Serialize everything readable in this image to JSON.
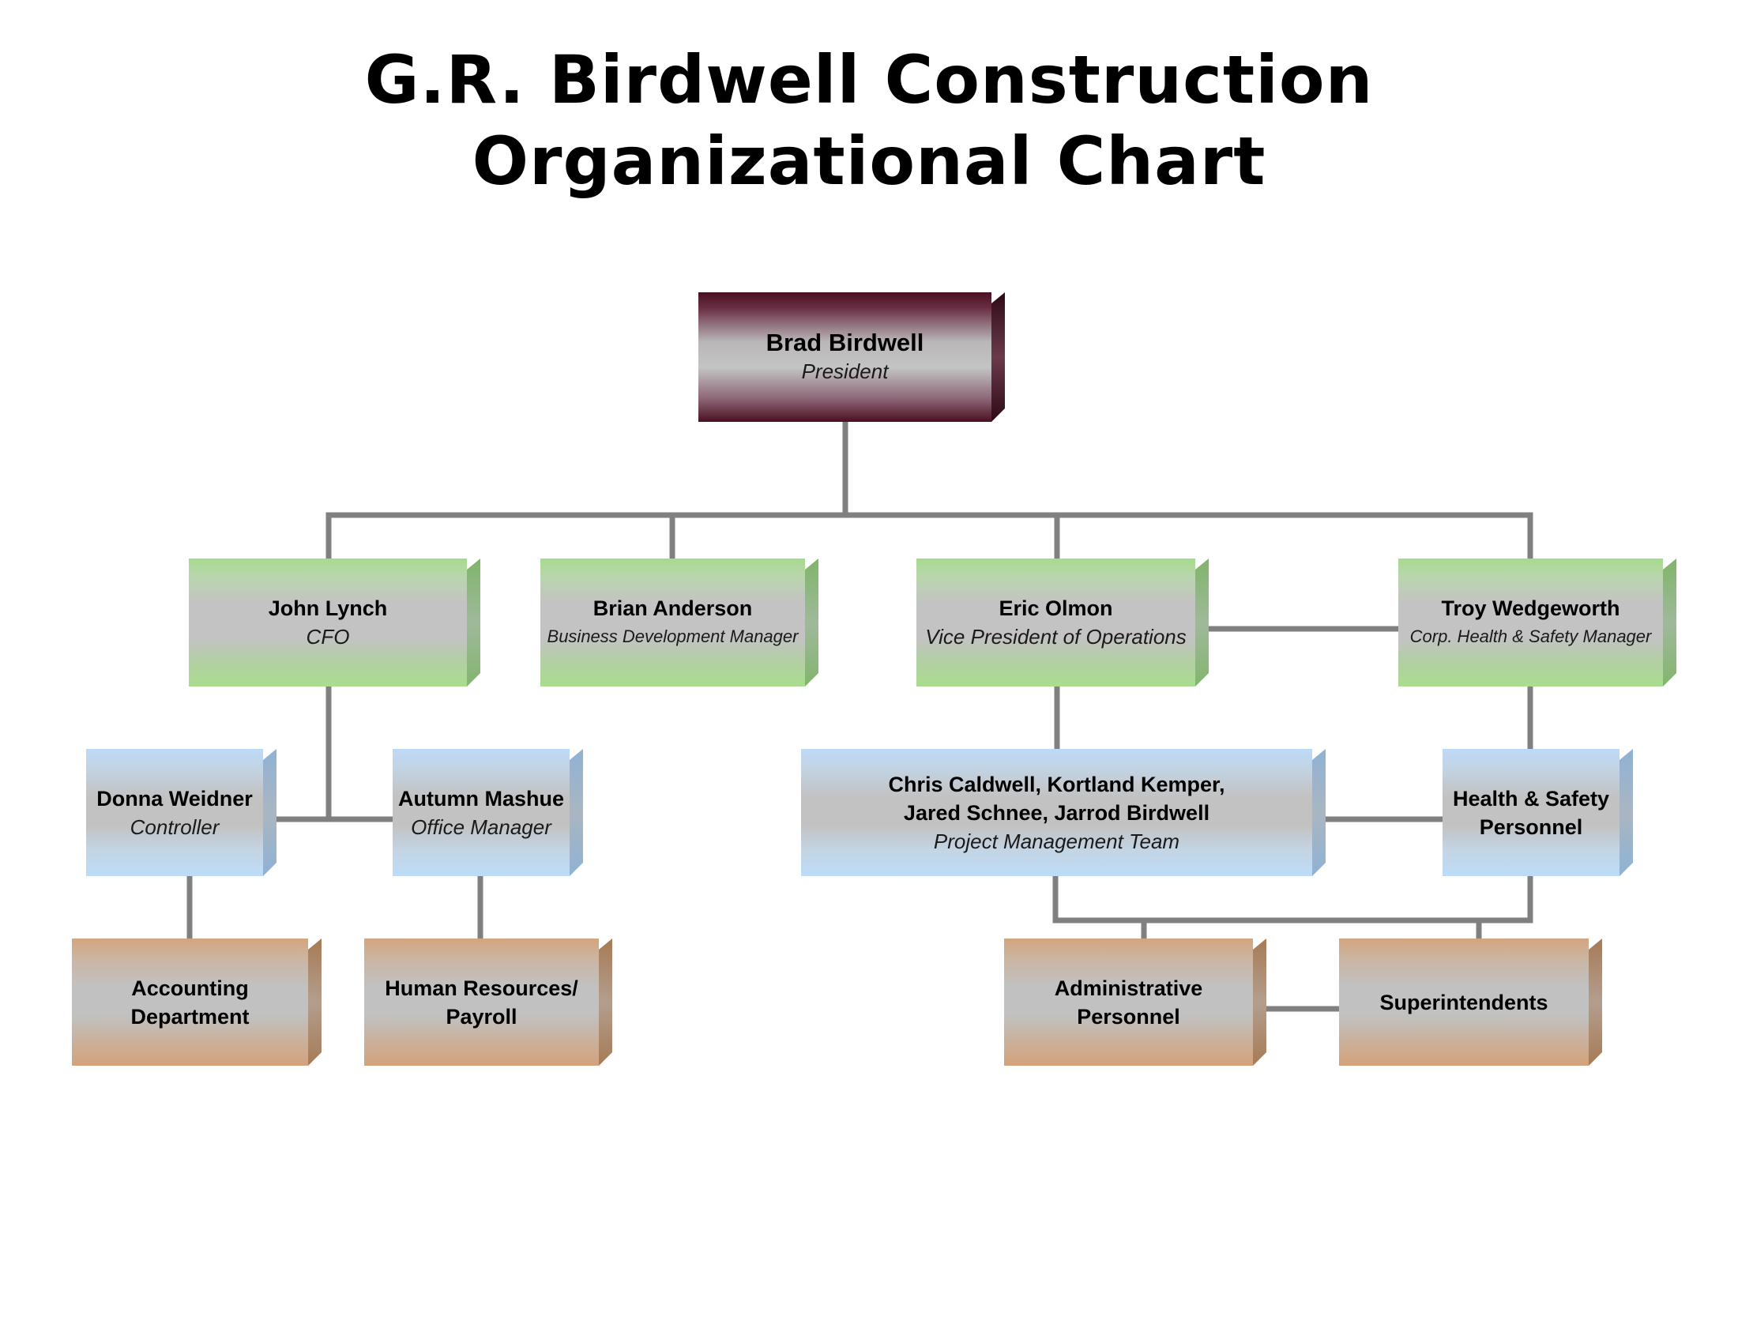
{
  "title": {
    "line1": "G.R. Birdwell Construction",
    "line2": "Organizational Chart"
  },
  "colors": {
    "maroon": "#5a1428",
    "green": "#a6db8c",
    "blue": "#bcdaf7",
    "tan": "#d3a57d",
    "connector": "#808080"
  },
  "nodes": {
    "president": {
      "name": "Brad Birdwell",
      "role": "President"
    },
    "cfo": {
      "name": "John Lynch",
      "role": "CFO"
    },
    "bizdev": {
      "name": "Brian Anderson",
      "role": "Business Development Manager"
    },
    "vp_ops": {
      "name": "Eric Olmon",
      "role": "Vice President of Operations"
    },
    "safety_mgr": {
      "name": "Troy Wedgeworth",
      "role": "Corp. Health & Safety Manager"
    },
    "controller": {
      "name": "Donna Weidner",
      "role": "Controller"
    },
    "office_mgr": {
      "name": "Autumn Mashue",
      "role": "Office Manager"
    },
    "pm_team": {
      "name_line1": "Chris Caldwell, Kortland Kemper,",
      "name_line2": "Jared Schnee, Jarrod Birdwell",
      "role": "Project  Management Team"
    },
    "hs_personnel": {
      "line1": "Health & Safety",
      "line2": "Personnel"
    },
    "accounting": {
      "line1": "Accounting",
      "line2": "Department"
    },
    "hr": {
      "line1": "Human Resources/",
      "line2": "Payroll"
    },
    "admin": {
      "line1": "Administrative",
      "line2": "Personnel"
    },
    "supers": {
      "line1": "Superintendents"
    }
  }
}
